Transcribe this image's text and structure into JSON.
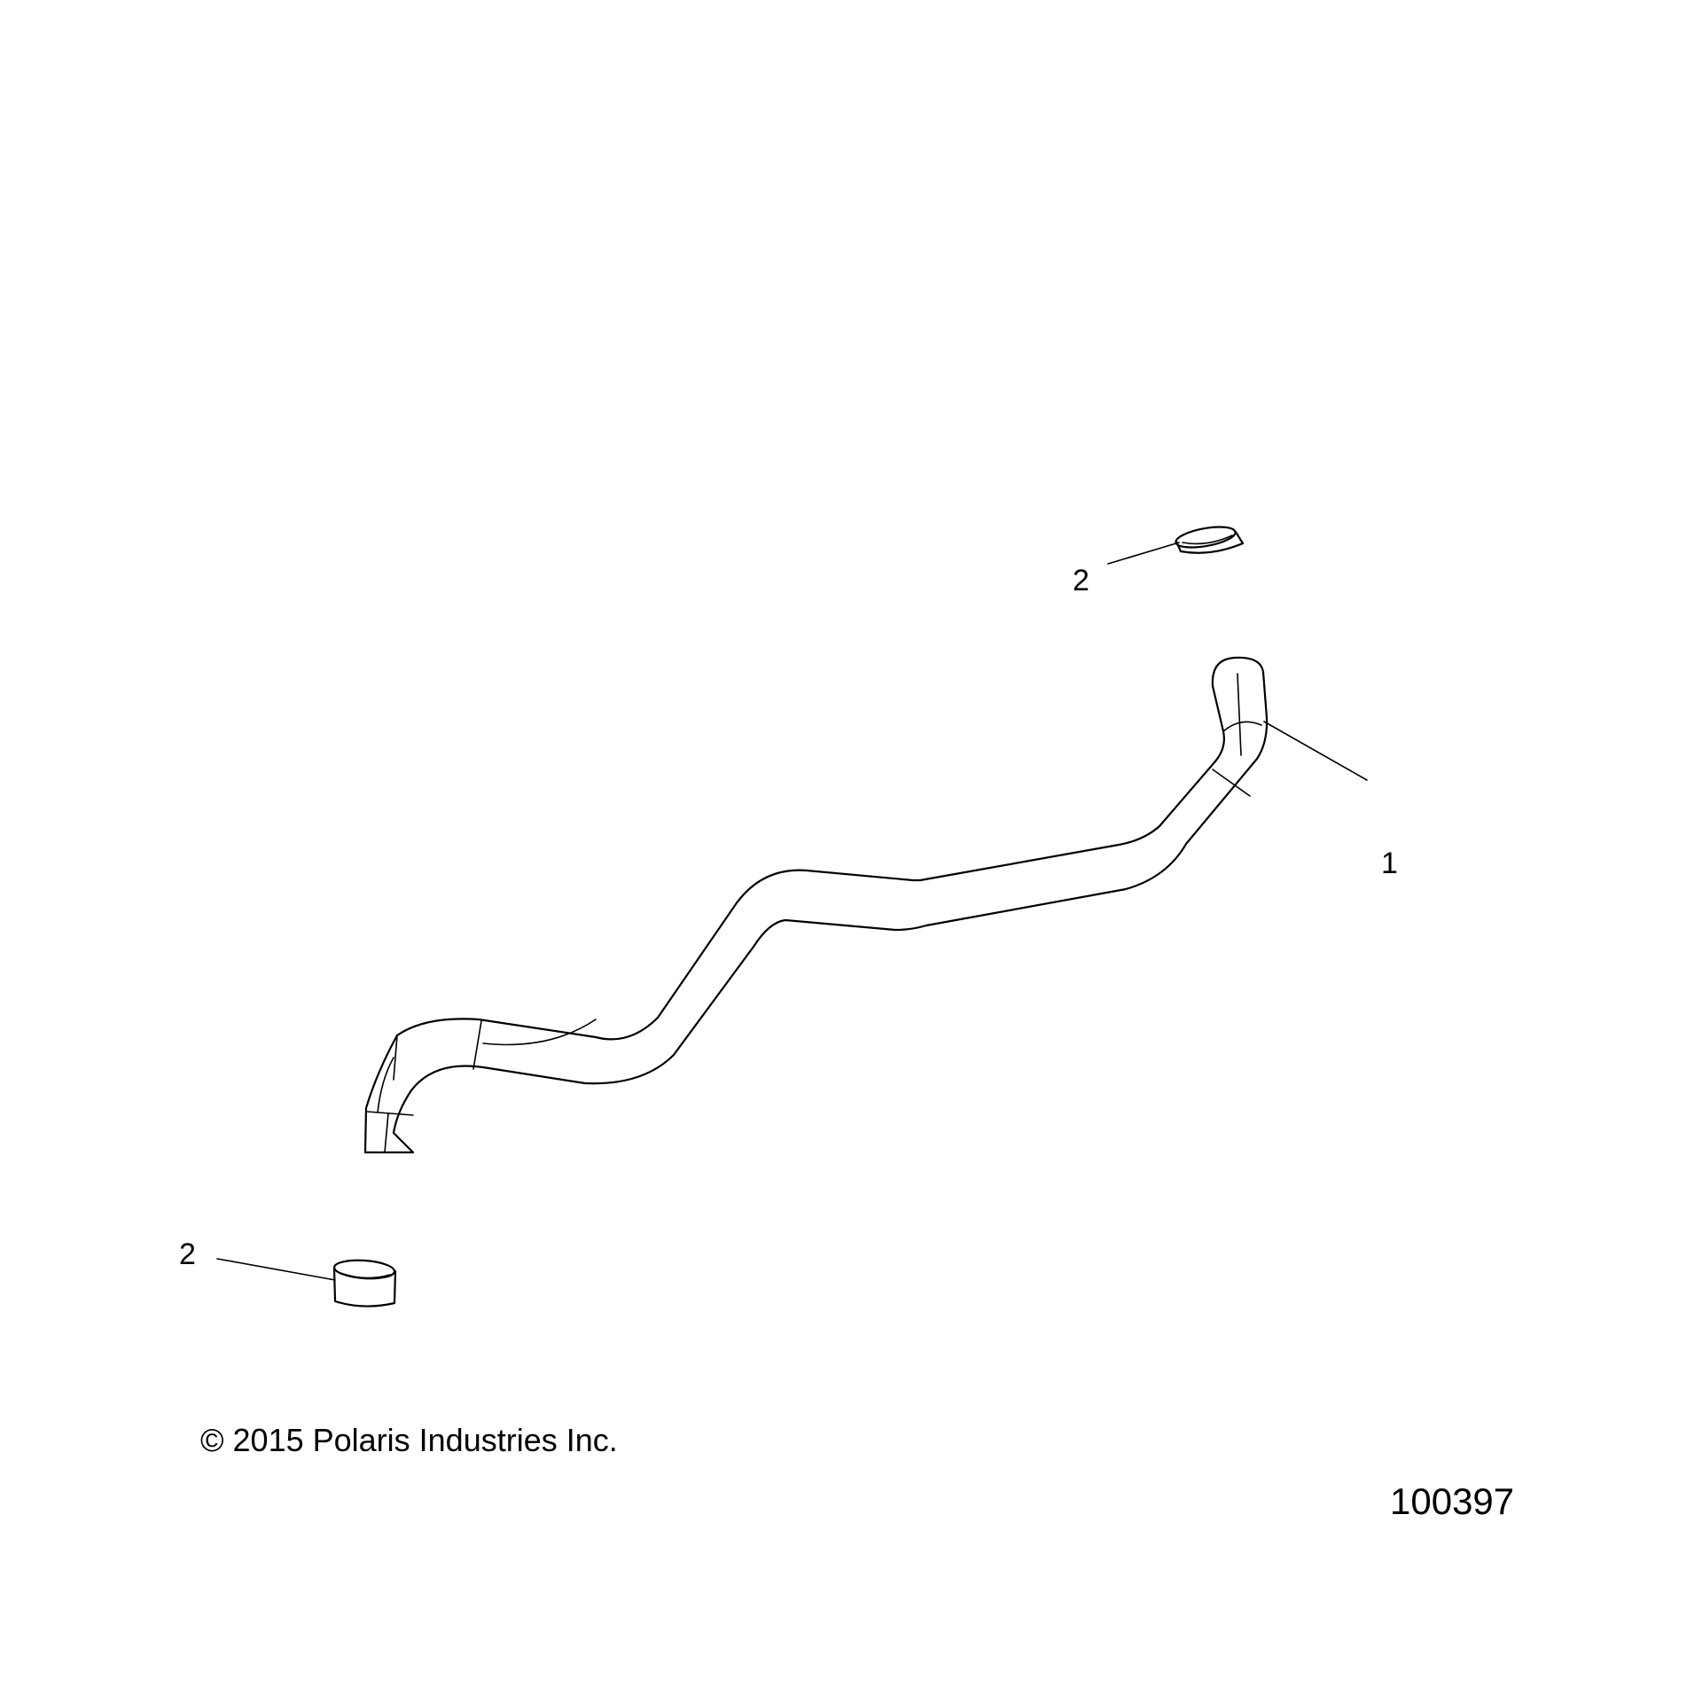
{
  "parts": [
    {
      "callout": "1",
      "part": "hose"
    },
    {
      "callout": "2",
      "part": "clamp"
    }
  ],
  "callouts": {
    "hose": "1",
    "clamp_top": "2",
    "clamp_bottom": "2"
  },
  "copyright": "© 2015 Polaris Industries Inc.",
  "figure_number": "100397",
  "colors": {
    "line": "#000000",
    "background": "#ffffff"
  }
}
